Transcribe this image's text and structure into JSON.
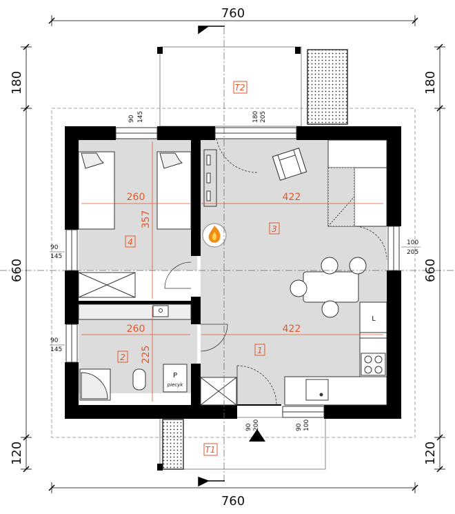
{
  "outer_dimensions": {
    "top_width": "760",
    "bottom_width": "760",
    "left_height": "660",
    "right_height": "660",
    "left_top_terrace": "180",
    "right_top_terrace": "180",
    "left_bottom_terrace": "120",
    "right_bottom_terrace": "120"
  },
  "rooms": {
    "r1": {
      "number": "1",
      "width": "422"
    },
    "r2": {
      "number": "2",
      "width": "260",
      "depth": "225"
    },
    "r3": {
      "number": "3",
      "width": "422"
    },
    "r4": {
      "number": "4",
      "width": "260",
      "depth": "357"
    }
  },
  "terraces": {
    "t1": "T1",
    "t2": "T2"
  },
  "openings": {
    "top_window_a": [
      "90",
      "145"
    ],
    "top_window_b": [
      "180",
      "205"
    ],
    "left_window_a": [
      "90",
      "145"
    ],
    "left_window_b": [
      "90",
      "145"
    ],
    "right_window": [
      "100",
      "205"
    ],
    "bottom_door": [
      "90",
      "200"
    ],
    "bottom_window": [
      "90",
      "100"
    ]
  },
  "fixtures": {
    "boiler_letter": "P",
    "boiler_text": "piecyk",
    "cabinet_letter": "L"
  },
  "colors": {
    "wall": "#000000",
    "floor": "#dcdcdc",
    "dimension_accent": "#e2572c",
    "fire": "#f28c18"
  }
}
